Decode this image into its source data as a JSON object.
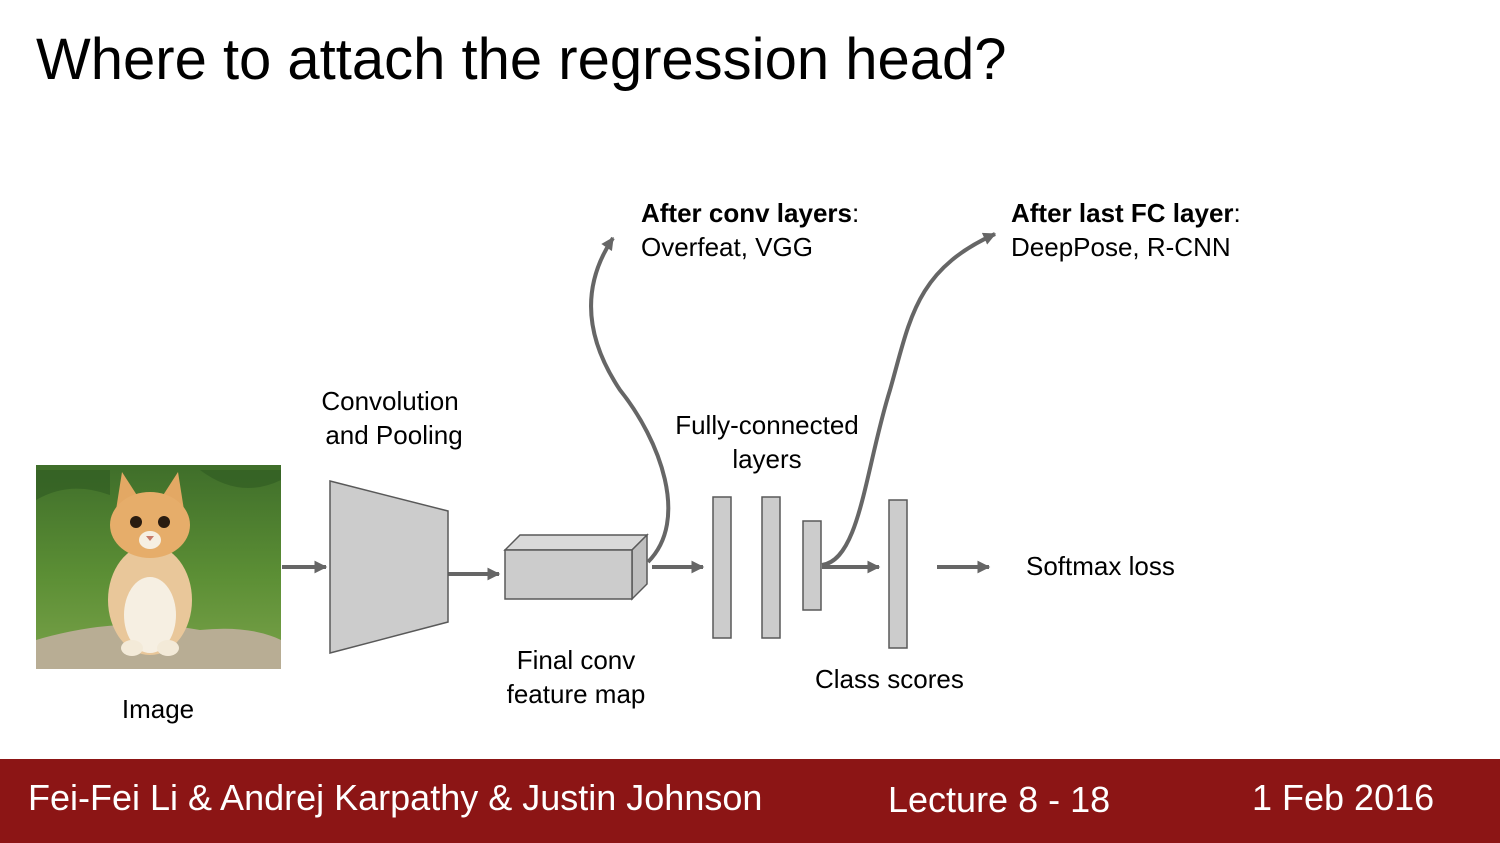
{
  "slide": {
    "title": "Where to attach the regression head?"
  },
  "labels": {
    "image": "Image",
    "conv_pool_line1": "Convolution",
    "conv_pool_line2": "and Pooling",
    "final_conv_line1": "Final conv",
    "final_conv_line2": "feature map",
    "fc_line1": "Fully-connected",
    "fc_line2": "layers",
    "class_scores": "Class scores",
    "softmax_loss": "Softmax loss"
  },
  "annotations": {
    "after_conv_heading": "After conv layers",
    "after_conv_colon": ":",
    "after_conv_examples": "Overfeat, VGG",
    "after_fc_heading": "After last FC layer",
    "after_fc_colon": ":",
    "after_fc_examples": "DeepPose, R-CNN"
  },
  "footer": {
    "authors": "Fei-Fei Li & Andrej Karpathy & Justin Johnson",
    "lecture": "Lecture 8 - 18",
    "date": "1 Feb 2016"
  },
  "colors": {
    "footer_bg": "#8c1515",
    "shape_fill": "#cccccc",
    "shape_stroke": "#595959",
    "arrow": "#666666"
  }
}
